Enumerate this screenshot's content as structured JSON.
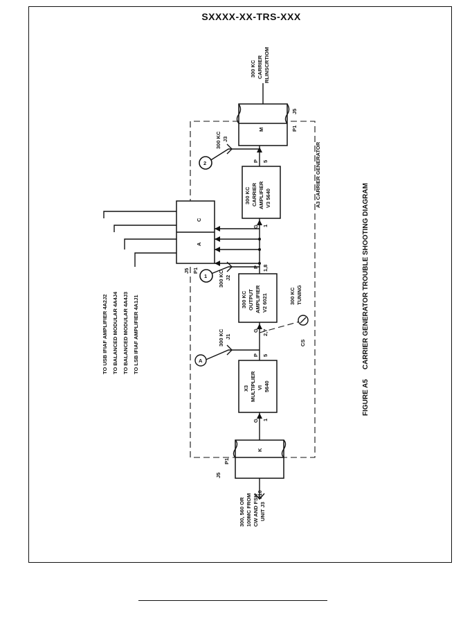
{
  "document": {
    "id": "SXXXX-XX-TRS-XXX"
  },
  "figure": {
    "caption": "FIGURE A5     CARRIER GENERATOR TROUBLE SHOOTING DIAGRAM",
    "section_label": "A3 CARRIER GENERATOR"
  },
  "blocks": {
    "multiplier": [
      "X3",
      "MULTIPLIER",
      "VI",
      "5640"
    ],
    "output_amp": [
      "300 KC",
      "OUTPUT",
      "AMPLIFIER",
      "V2 6021"
    ],
    "carrier_amp": [
      "300 KC",
      "CARRIER",
      "AMPLIFIER",
      "V3 5640"
    ]
  },
  "connectors": {
    "left_j": "J5",
    "left_p": "P1",
    "left_pin": "K",
    "mid_j": "J5",
    "mid_p": "P1",
    "mid_pin_a": "A",
    "mid_pin_c": "C",
    "right_j": "J5",
    "right_p": "P1",
    "right_pin": "M"
  },
  "input": {
    "jack": "J10",
    "lines": [
      "300, 560 OR",
      "100MC FROM",
      "CW AND FSK",
      "UNIT J3"
    ]
  },
  "output": {
    "lines": [
      "300 KC",
      "CARRIER",
      "RLINSCRTIOM"
    ]
  },
  "test_points": {
    "a": {
      "symbol": "A",
      "freq": "300 KC",
      "jack": "J1"
    },
    "one": {
      "symbol": "1",
      "freq": "300 KC",
      "jack": "J2"
    },
    "two": {
      "symbol": "2",
      "freq": "300 KC",
      "jack": "J3"
    }
  },
  "tuning": {
    "symbol": "CS",
    "lines": [
      "300 KC",
      "TUNING"
    ]
  },
  "pins": {
    "v1_g": "G",
    "v1_g_num": "1",
    "v1_p": "P",
    "v1_p_num": "5",
    "v2_g": "G",
    "v2_g_num": "2,7",
    "v2_p": "P",
    "v2_p_num": "1,8",
    "v3_g": "G",
    "v3_g_num": "1",
    "v3_p": "P",
    "v3_p_num": "5"
  },
  "destinations": [
    "TO USB IFIAF AMPLIFIER 4A2J2",
    "TO BALANCED MODULAR 4A4J4",
    "TO BALANCED MODULAR 4A4J3",
    "TO LSB IFIAF AMPLIFIER 4A1J1"
  ]
}
